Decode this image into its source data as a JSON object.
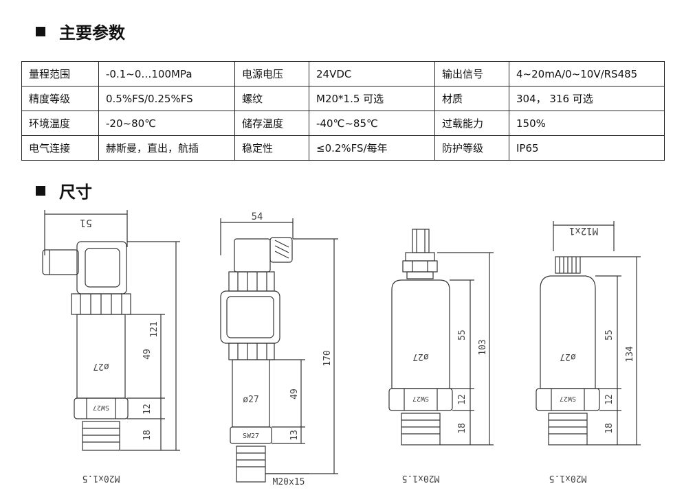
{
  "section1": {
    "title": "主要参数"
  },
  "params": {
    "rows": [
      [
        {
          "k": "量程范围",
          "v": "-0.1~0…100MPa"
        },
        {
          "k": "电源电压",
          "v": "24VDC"
        },
        {
          "k": "输出信号",
          "v": "4~20mA/0~10V/RS485"
        }
      ],
      [
        {
          "k": "精度等级",
          "v": "0.5%FS/0.25%FS"
        },
        {
          "k": "螺纹",
          "v": "M20*1.5 可选"
        },
        {
          "k": "材质",
          "v": "304， 316 可选"
        }
      ],
      [
        {
          "k": "环境温度",
          "v": "-20~80℃"
        },
        {
          "k": "储存温度",
          "v": "-40℃~85℃"
        },
        {
          "k": "过载能力",
          "v": "150%"
        }
      ],
      [
        {
          "k": "电气连接",
          "v": "赫斯曼，直出，航插"
        },
        {
          "k": "稳定性",
          "v": "≤0.2%FS/每年"
        },
        {
          "k": "防护等级",
          "v": "IP65"
        }
      ]
    ]
  },
  "section2": {
    "title": "尺寸"
  },
  "drawings": {
    "d1": {
      "top": "51",
      "h1": "121",
      "h2": "49",
      "h3": "12",
      "h4": "18",
      "dia": "ø27",
      "sw": "SW27",
      "thread": "M20x1.5"
    },
    "d2": {
      "top": "54",
      "h1": "170",
      "h2": "49",
      "h3": "13",
      "dia": "ø27",
      "sw": "SW27",
      "thread": "M20x15"
    },
    "d3": {
      "h1": "103",
      "h2": "55",
      "h3": "12",
      "h4": "18",
      "dia": "ø27",
      "sw": "SW27",
      "thread": "M20x1.5"
    },
    "d4": {
      "top": "M12x1",
      "h1": "134",
      "h2": "55",
      "h3": "12",
      "h4": "18",
      "dia": "ø27",
      "sw": "SW27",
      "thread": "M20x1.5"
    }
  }
}
